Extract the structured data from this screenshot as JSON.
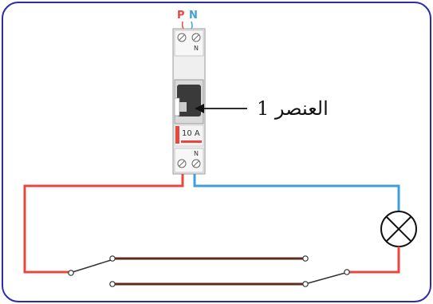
{
  "breaker": {
    "phase_label": "P",
    "neutral_label": "N",
    "top_terminal_label": "N",
    "rating": "10 A",
    "bottom_terminal_label": "N"
  },
  "annotation": {
    "label": "العنصر 1"
  },
  "colors": {
    "frame": "#2b2bb0",
    "phase_wire": "#e8473e",
    "neutral_wire": "#3f9fd9",
    "traveler_wire": "#5a2b1e",
    "switch_wire": "#333333"
  },
  "components": {
    "lamp": "lamp-cross-icon",
    "switch_left": "two-way-switch",
    "switch_right": "two-way-switch"
  }
}
